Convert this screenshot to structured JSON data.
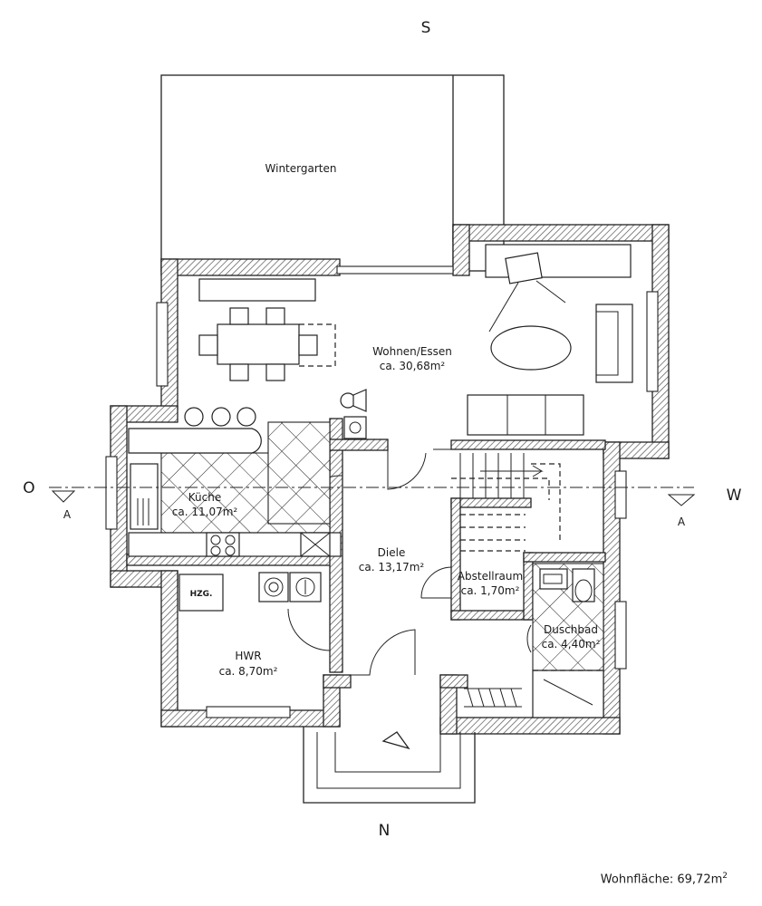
{
  "compass": {
    "north": "N",
    "south": "S",
    "east": "O",
    "west": "W"
  },
  "section_marker": {
    "left": "A",
    "right": "A"
  },
  "rooms": [
    {
      "id": "wintergarten",
      "name": "Wintergarten",
      "area": ""
    },
    {
      "id": "wohnen",
      "name": "Wohnen/Essen",
      "area": "ca. 30,68m²"
    },
    {
      "id": "kueche",
      "name": "Küche",
      "area": "ca. 11,07m²"
    },
    {
      "id": "diele",
      "name": "Diele",
      "area": "ca. 13,17m²"
    },
    {
      "id": "abstellraum",
      "name": "Abstellraum",
      "area": "ca. 1,70m²"
    },
    {
      "id": "duschbad",
      "name": "Duschbad",
      "area": "ca. 4,40m²"
    },
    {
      "id": "hwr",
      "name": "HWR",
      "area": "ca. 8,70m²"
    }
  ],
  "fixtures": {
    "heating": "HZG."
  },
  "footer": {
    "label": "Wohnfläche:",
    "value": "69,72m",
    "unit_sup": "2"
  }
}
